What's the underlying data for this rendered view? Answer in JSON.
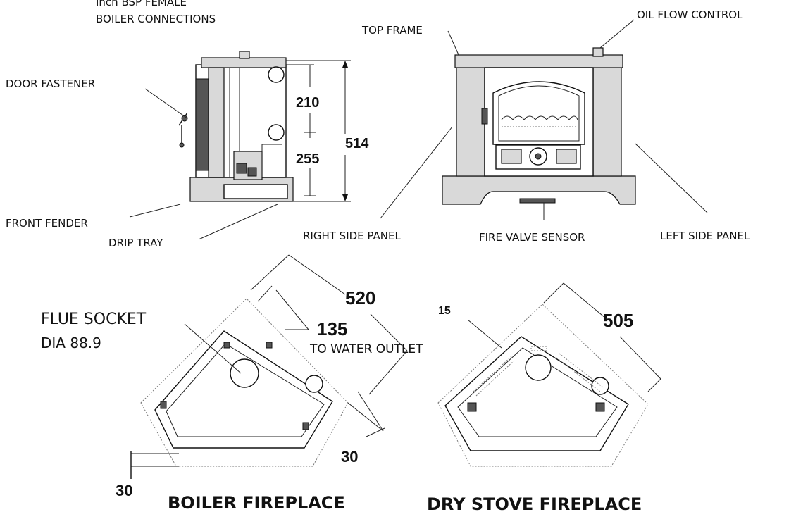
{
  "labels": {
    "boiler_connections_line1": "Inch BSP FEMALE",
    "boiler_connections_line2": "BOILER CONNECTIONS",
    "oil_flow_control": "OIL FLOW CONTROL",
    "top_frame": "TOP FRAME",
    "door_fastener": "DOOR FASTENER",
    "front_fender": "FRONT FENDER",
    "drip_tray": "DRIP TRAY",
    "right_side_panel": "RIGHT SIDE PANEL",
    "fire_valve_sensor": "FIRE VALVE SENSOR",
    "left_side_panel": "LEFT SIDE PANEL",
    "flue_socket_line1": "FLUE SOCKET",
    "flue_socket_line2": "DIA 88.9",
    "to_water_outlet": "TO WATER OUTLET"
  },
  "dimensions": {
    "d210": "210",
    "d255": "255",
    "d514": "514",
    "d520": "520",
    "d135": "135",
    "d30_right": "30",
    "d30_left": "30",
    "d15": "15",
    "d505": "505"
  },
  "titles": {
    "boiler_fireplace": "BOILER FIREPLACE",
    "dry_stove_fireplace": "DRY STOVE FIREPLACE"
  }
}
